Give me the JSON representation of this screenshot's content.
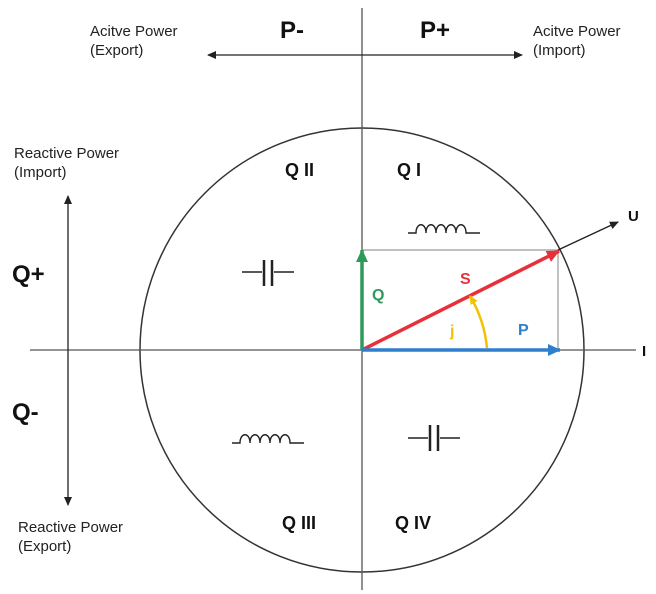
{
  "top": {
    "export_line1": "Acitve Power",
    "export_line2": "(Export)",
    "import_line1": "Acitve Power",
    "import_line2": "(Import)",
    "p_minus": "P-",
    "p_plus": "P+"
  },
  "left": {
    "import_line1": "Reactive Power",
    "import_line2": "(Import)",
    "export_line1": "Reactive Power",
    "export_line2": "(Export)",
    "q_plus": "Q+",
    "q_minus": "Q-"
  },
  "quadrants": {
    "q1": "Q I",
    "q2": "Q II",
    "q3": "Q III",
    "q4": "Q IV"
  },
  "vectors": {
    "u": "U",
    "i": "I",
    "s": "S",
    "q": "Q",
    "p": "P",
    "angle": "j"
  },
  "colors": {
    "s_vector": "#e8303a",
    "q_vector": "#2e9a5a",
    "p_vector": "#2f7fcf",
    "angle_arc": "#f2c200",
    "axis": "#444444",
    "circle": "#333333"
  }
}
